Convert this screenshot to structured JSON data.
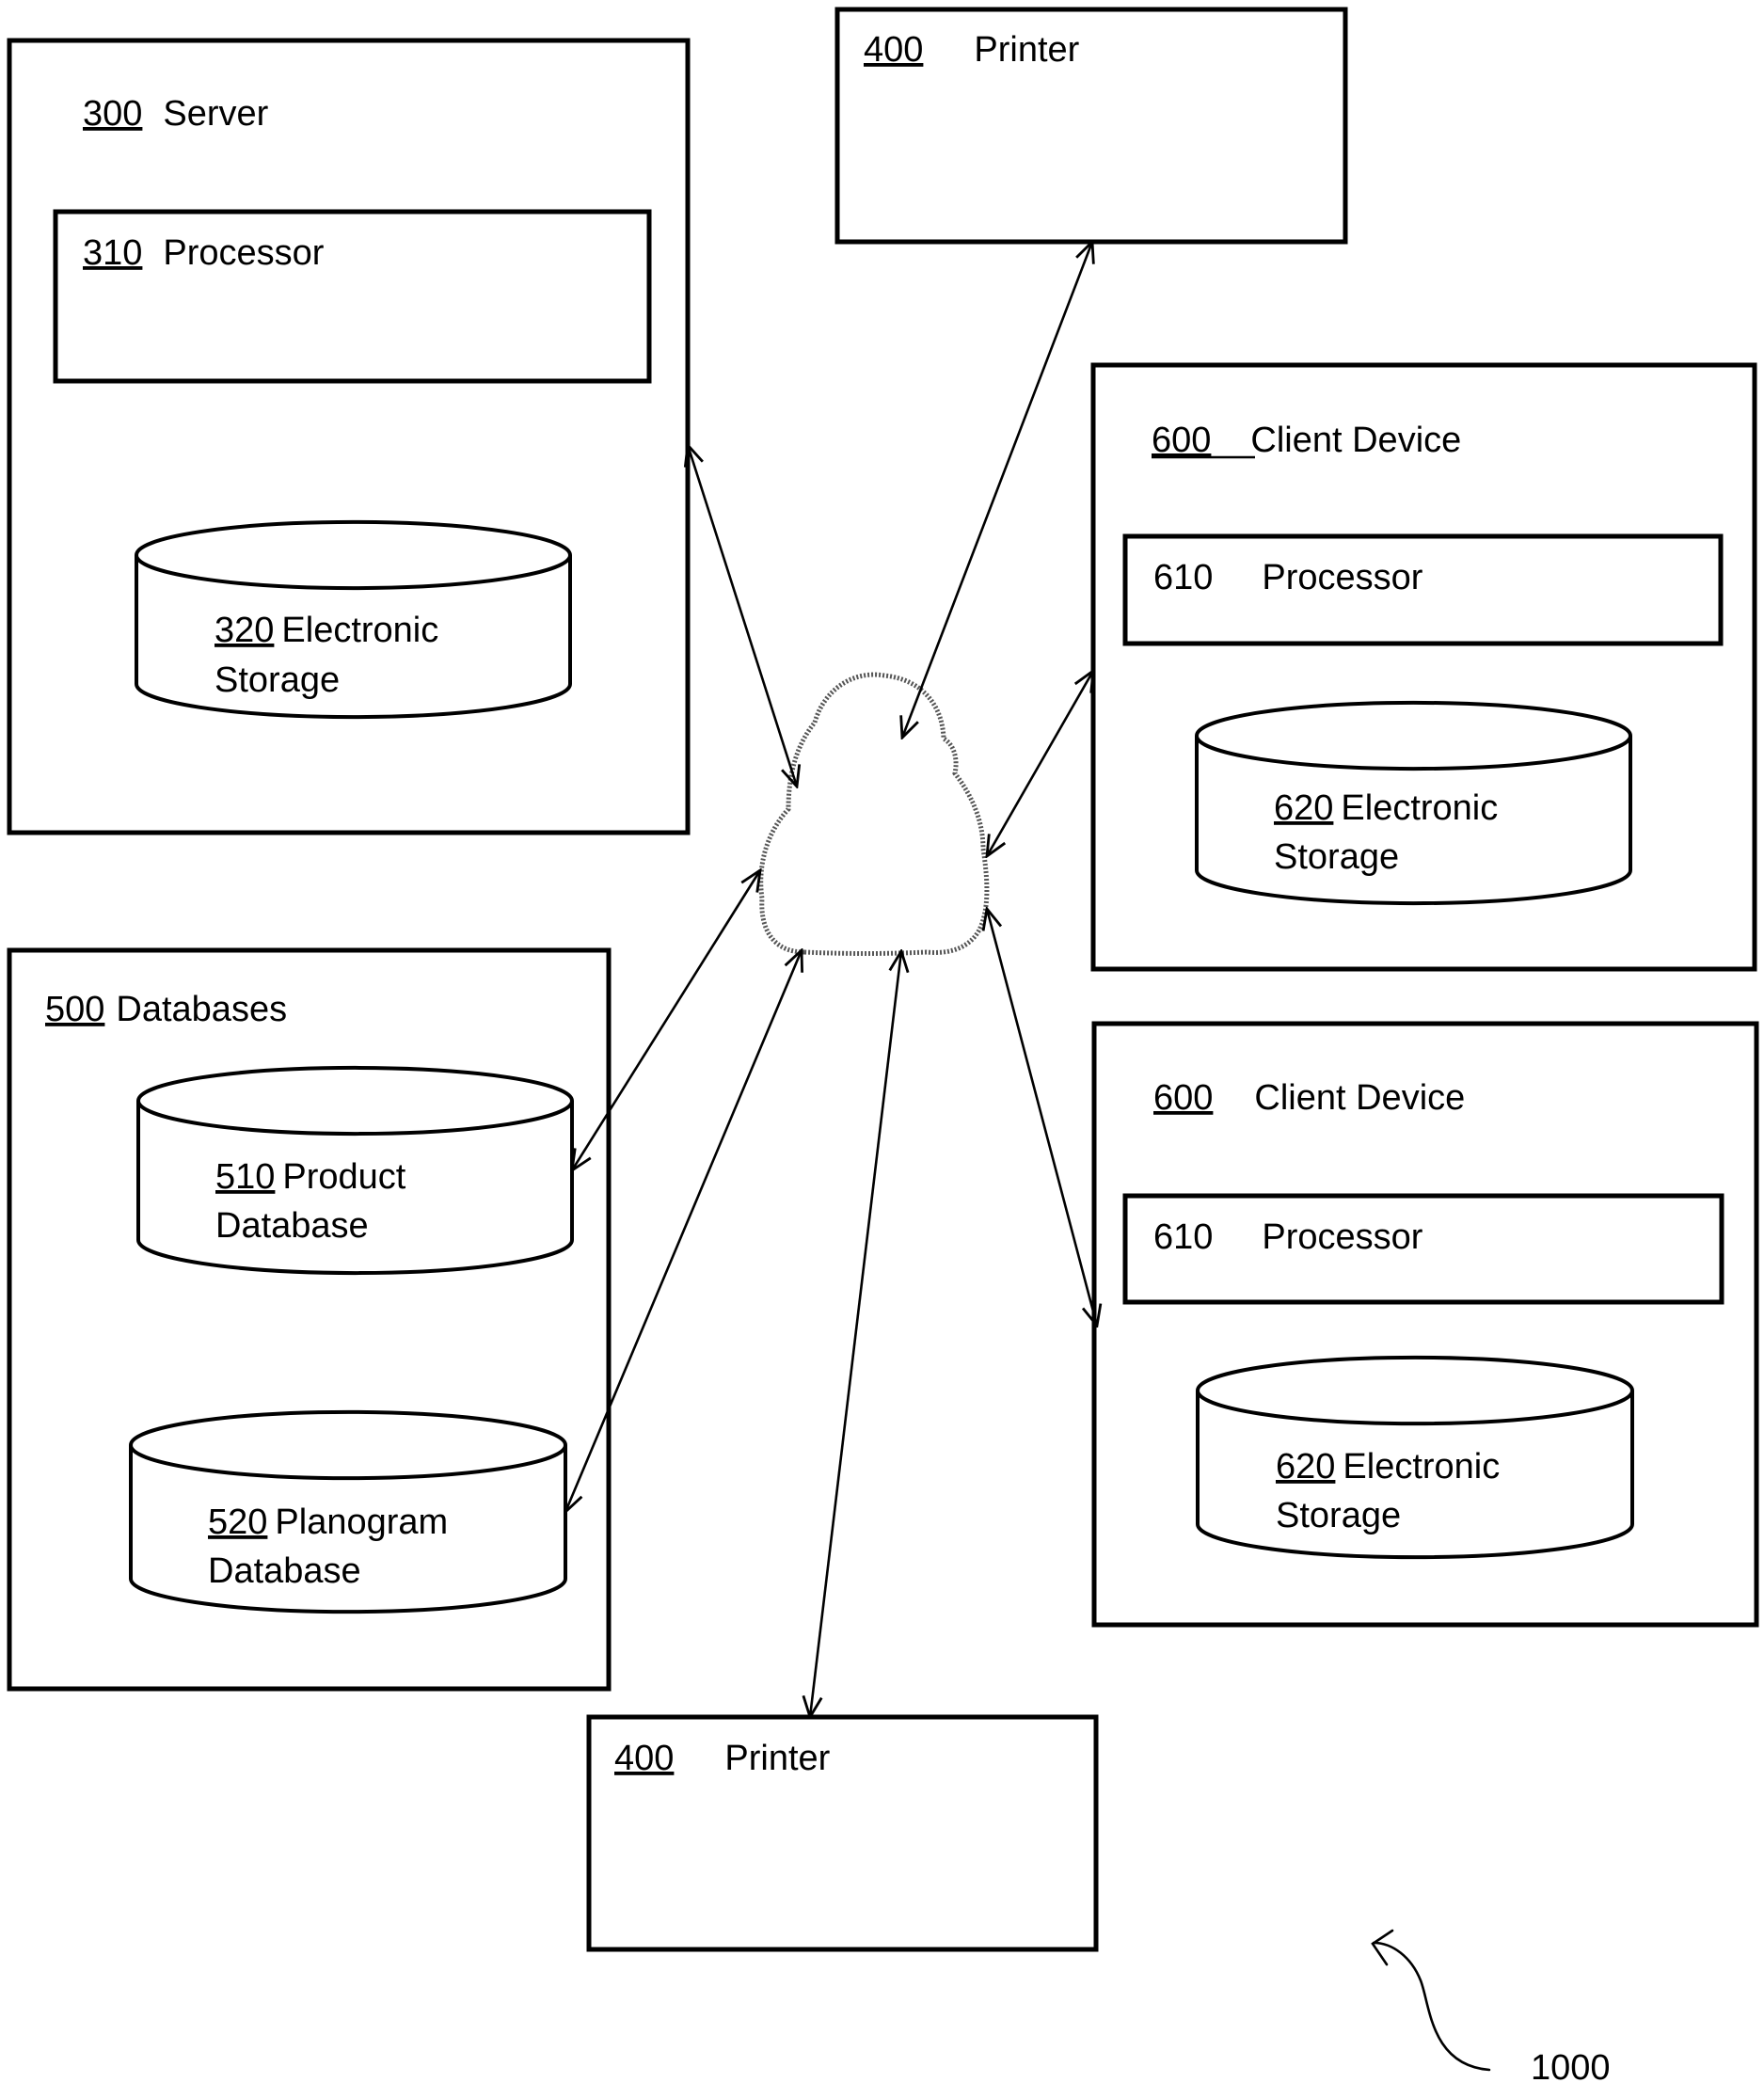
{
  "figure_ref": "1000",
  "network": {
    "icon": "cloud-icon"
  },
  "server": {
    "num": "300",
    "label": "Server",
    "processor": {
      "num": "310",
      "label": "Processor"
    },
    "storage": {
      "num": "320",
      "line1": "Electronic",
      "line2": "Storage"
    }
  },
  "printer_top": {
    "num": "400",
    "label": "Printer"
  },
  "printer_bottom": {
    "num": "400",
    "label": "Printer"
  },
  "databases": {
    "num": "500",
    "label": "Databases",
    "product": {
      "num": "510",
      "line1": "Product",
      "line2": "Database"
    },
    "planogram": {
      "num": "520",
      "line1": "Planogram",
      "line2": "Database"
    }
  },
  "client_1": {
    "num": "600",
    "label": "Client Device",
    "processor": {
      "num": "610",
      "label": "Processor"
    },
    "storage": {
      "num": "620",
      "line1": "Electronic",
      "line2": "Storage"
    }
  },
  "client_2": {
    "num": "600",
    "label": "Client Device",
    "processor": {
      "num": "610",
      "label": "Processor"
    },
    "storage": {
      "num": "620",
      "line1": "Electronic",
      "line2": "Storage"
    }
  }
}
